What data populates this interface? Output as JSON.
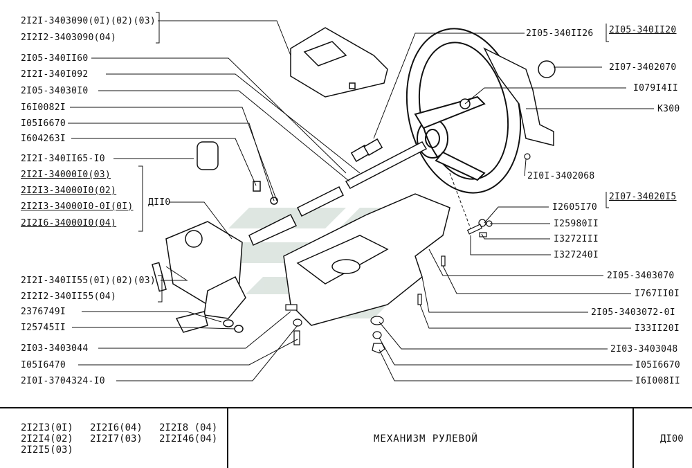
{
  "labels_left": [
    "2I2I-3403090(0I)(02)(03)",
    "2I2I2-3403090(04)",
    "2I05-340II60",
    "2I2I-340I092",
    "2I05-34030I0",
    "I6I0082I",
    "I05I6670",
    "I604263I",
    "2I2I-340II65-I0",
    "2I2I-34000I0(03)",
    "2I2I3-34000I0(02)",
    "2I2I3-34000I0-0I(0I)",
    "2I2I6-34000I0(04)",
    "2I2I-340II55(0I)(02)(03)",
    "2I2I2-340II55(04)",
    "2376749I",
    "I25745II",
    "2I03-3403044",
    "I05I6470",
    "2I0I-3704324-I0"
  ],
  "assembly_label": "ДII0",
  "labels_right": [
    "2I05-340II20",
    "2I05-340II26",
    "2I07-3402070",
    "I079I4II",
    "К300",
    "2I0I-3402068",
    "2I07-34020I5",
    "I2605I70",
    "I25980II",
    "I3272III",
    "I327240I",
    "2I05-3403070",
    "I767II0I",
    "2I05-3403072-0I",
    "I33II20I",
    "2I03-3403048",
    "I05I6670",
    "I6I008II"
  ],
  "title_block": {
    "models": [
      [
        "2I2I3(0I)",
        "2I2I6(04)",
        "2I2I8 (04)"
      ],
      [
        "2I2I4(02)",
        "2I2I7(03)",
        "2I2I46(04)"
      ],
      [
        "2I2I5(03)",
        "",
        ""
      ]
    ],
    "title": "МЕХАНИЗМ  РУЛЕВОЙ",
    "code": "ДI00"
  }
}
